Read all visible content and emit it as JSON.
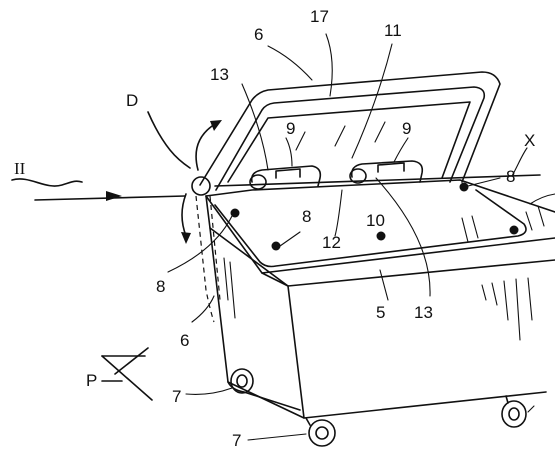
{
  "figure": {
    "labels": {
      "view_arrow": "II",
      "direction": "D",
      "axis": "X",
      "plane": "P",
      "n17": "17",
      "n11": "11",
      "n6_top": "6",
      "n13_top": "13",
      "n9_left": "9",
      "n9_right": "9",
      "n8_right": "8",
      "n8_mid": "8",
      "n10": "10",
      "n12": "12",
      "n8_left": "8",
      "n5": "5",
      "n13_bottom": "13",
      "n6_bottom": "6",
      "n7_top": "7",
      "n7_bottom": "7"
    }
  }
}
